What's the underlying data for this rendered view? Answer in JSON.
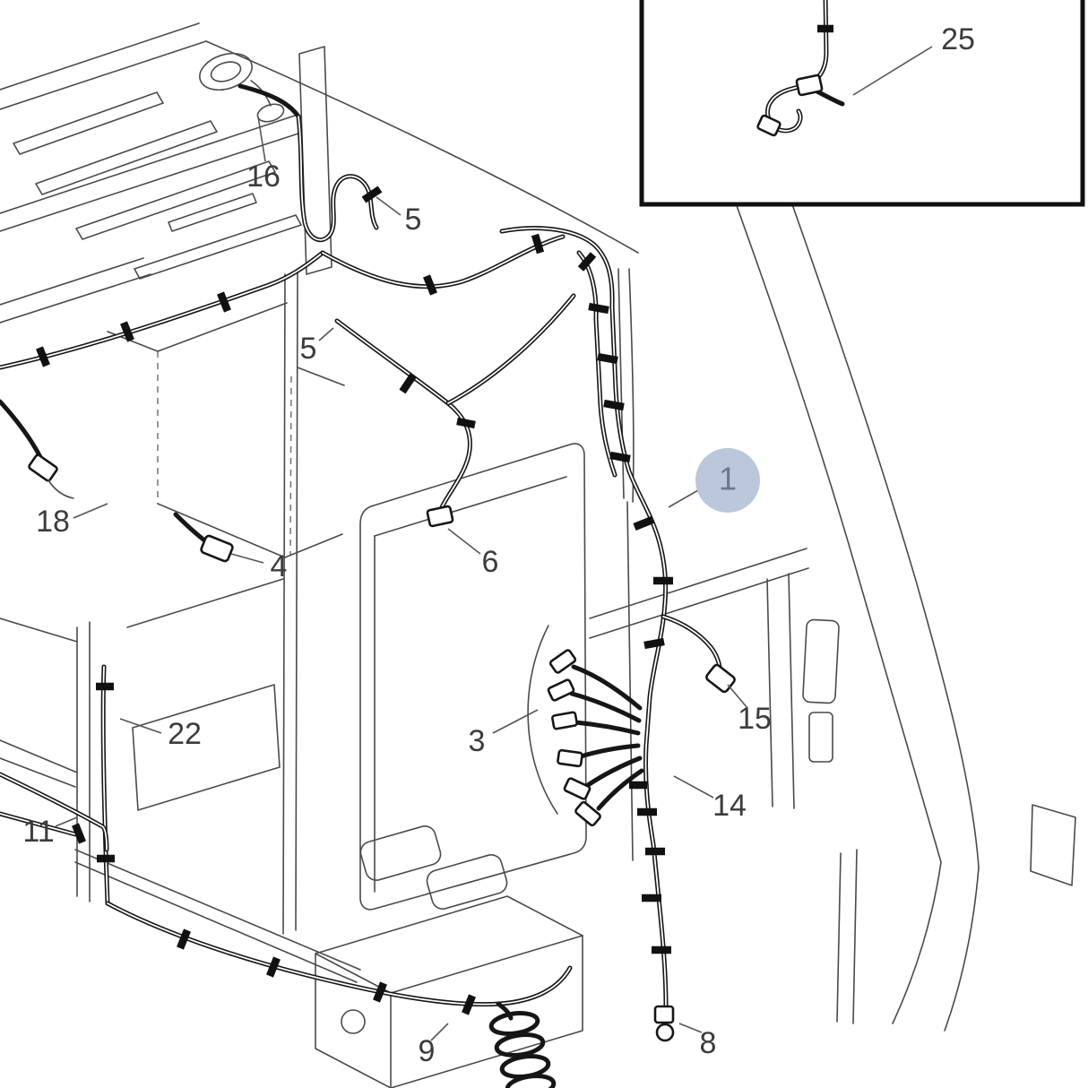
{
  "figure": {
    "type": "parts-diagram",
    "subject": "cab-wiring-harness-exploded-view",
    "background": "#ffffff",
    "line_color": "#2b2b2b",
    "highlight": {
      "fill": "#b4c1d6",
      "text_color": "#6b7890"
    }
  },
  "callouts": [
    {
      "part": "16",
      "highlighted": false
    },
    {
      "part": "5",
      "highlighted": false
    },
    {
      "part": "5",
      "highlighted": false
    },
    {
      "part": "18",
      "highlighted": false
    },
    {
      "part": "4",
      "highlighted": false
    },
    {
      "part": "6",
      "highlighted": false
    },
    {
      "part": "1",
      "highlighted": true
    },
    {
      "part": "22",
      "highlighted": false
    },
    {
      "part": "3",
      "highlighted": false
    },
    {
      "part": "11",
      "highlighted": false
    },
    {
      "part": "15",
      "highlighted": false
    },
    {
      "part": "14",
      "highlighted": false
    },
    {
      "part": "9",
      "highlighted": false
    },
    {
      "part": "8",
      "highlighted": false
    },
    {
      "part": "25",
      "highlighted": false
    }
  ]
}
